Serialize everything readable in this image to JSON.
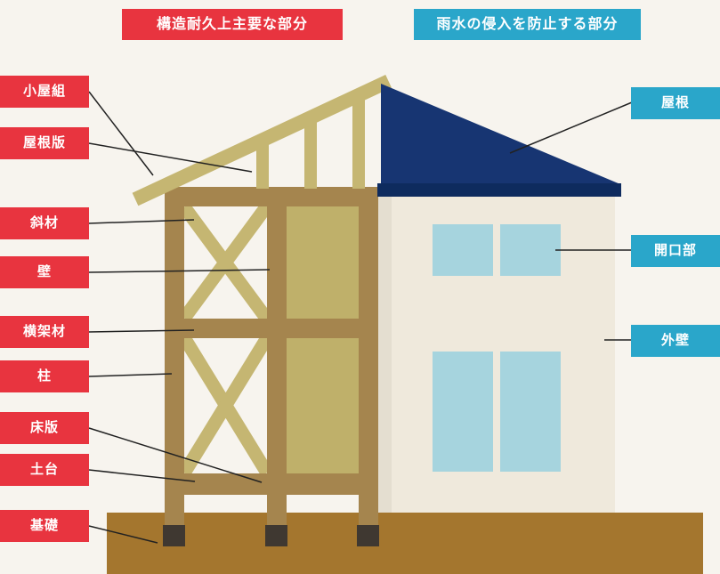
{
  "legend": {
    "structural": {
      "label": "構造耐久上主要な部分"
    },
    "waterproof": {
      "label": "雨水の侵入を防止する部分"
    }
  },
  "labels": {
    "left": [
      {
        "label": "小屋組"
      },
      {
        "label": "屋根版"
      },
      {
        "label": "斜材"
      },
      {
        "label": "壁"
      },
      {
        "label": "横架材"
      },
      {
        "label": "柱"
      },
      {
        "label": "床版"
      },
      {
        "label": "土台"
      },
      {
        "label": "基礎"
      }
    ],
    "right": [
      {
        "label": "屋根"
      },
      {
        "label": "開口部"
      },
      {
        "label": "外壁"
      }
    ]
  },
  "colors": {
    "background": "#f7f4ee",
    "structural_red": "#e8343f",
    "waterproof_blue": "#2aa6ca",
    "roof_navy": "#173572",
    "roof_eave_navy": "#0e2b5e",
    "frame_khaki": "#c5b672",
    "wall_panel_khaki": "#bfb06a",
    "frame_brown": "#a5854e",
    "ground_brown": "#a4762e",
    "foundation_dark": "#3f3831",
    "exterior_wall_cream": "#efe9dc",
    "window_blue": "#a6d4de",
    "leader_line": "#222222"
  }
}
